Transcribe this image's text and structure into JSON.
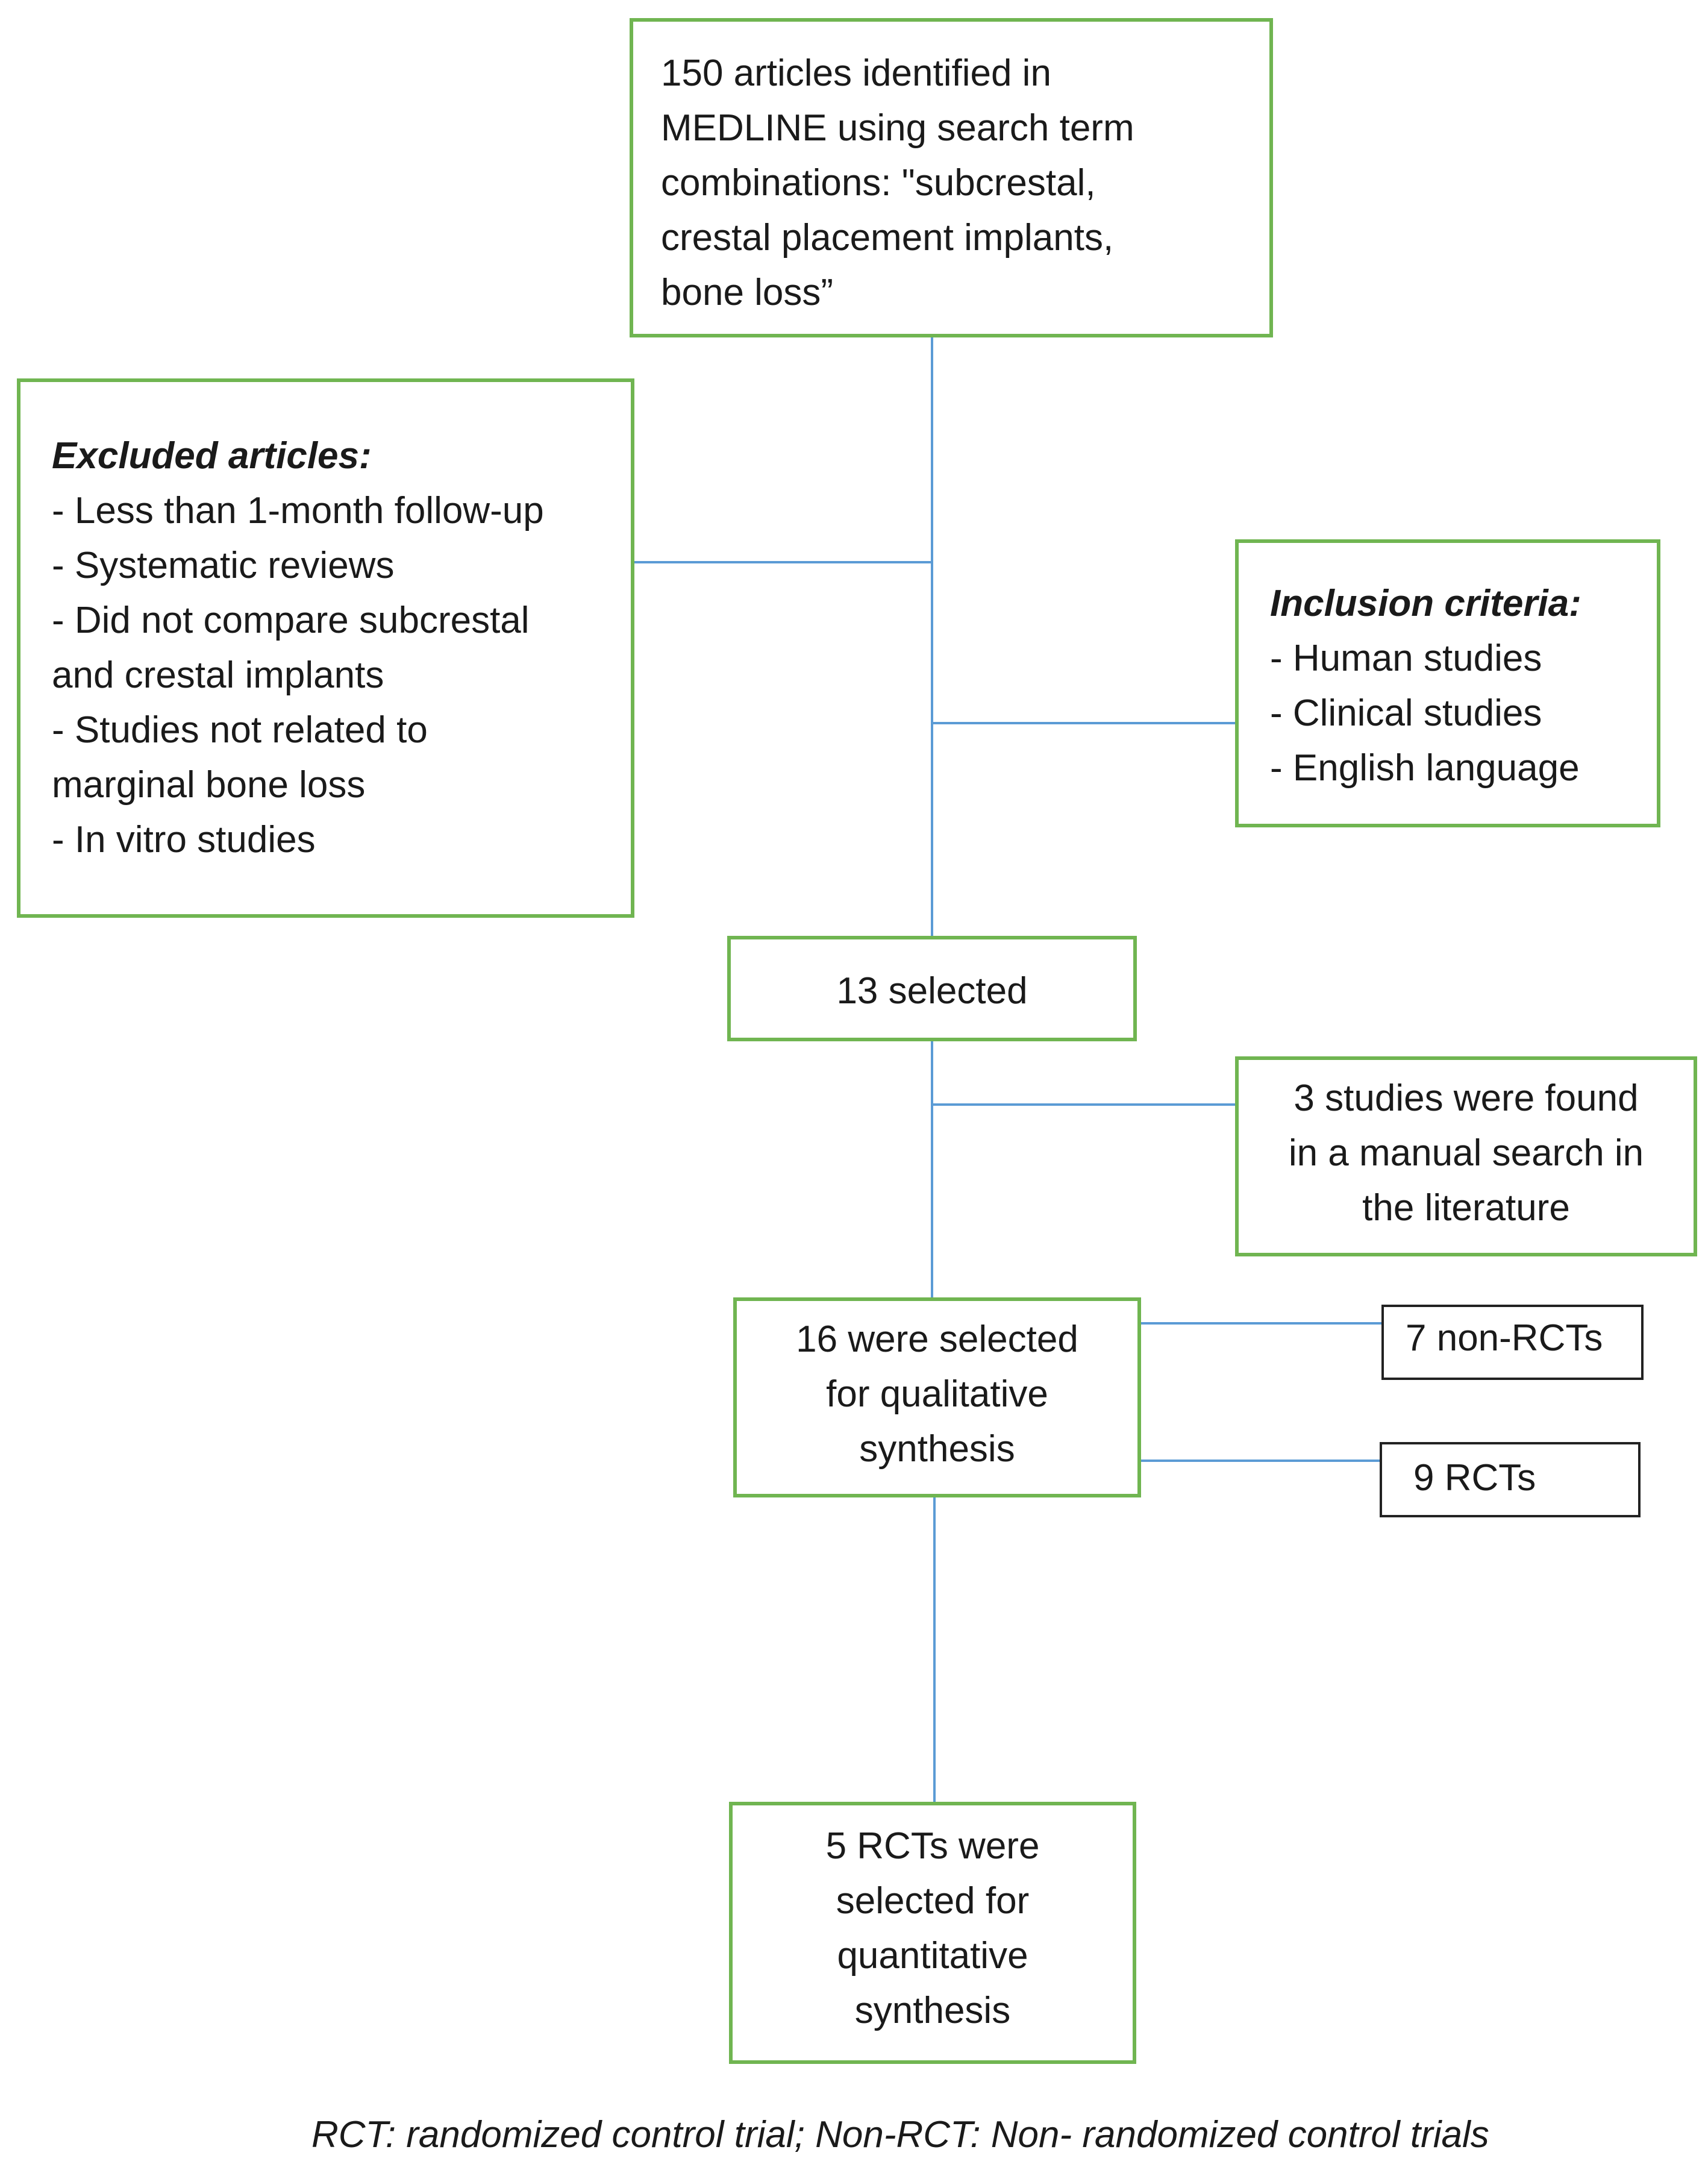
{
  "colors": {
    "box_border": "#70b551",
    "secondary_box_border": "#222222",
    "connector": "#5b9bd5"
  },
  "identification": {
    "lines": [
      "150 articles identified in",
      "MEDLINE using search term",
      "combinations: \"subcrestal,",
      "crestal placement implants,",
      "bone loss”"
    ]
  },
  "excluded": {
    "heading": "Excluded articles:",
    "lines": [
      "- Less than 1-month follow-up",
      "- Systematic reviews",
      "- Did not compare subcrestal",
      "and crestal implants",
      "- Studies not related to",
      "marginal bone loss",
      "- In vitro studies"
    ]
  },
  "inclusion": {
    "heading": "Inclusion criteria:",
    "lines": [
      "- Human studies",
      "- Clinical studies",
      "- English language"
    ]
  },
  "selected": {
    "label": "13 selected"
  },
  "manual_search": {
    "lines": [
      "3 studies were found",
      "in a manual search in",
      "the literature"
    ]
  },
  "qualitative": {
    "lines": [
      "16 were selected",
      "for qualitative",
      "synthesis"
    ]
  },
  "non_rct": {
    "label": "7 non-RCTs"
  },
  "rct": {
    "label": "9 RCTs"
  },
  "quantitative": {
    "lines": [
      "5 RCTs were",
      "selected for",
      "quantitative",
      "synthesis"
    ]
  },
  "footnote": "RCT: randomized control trial; Non-RCT: Non- randomized control trials"
}
